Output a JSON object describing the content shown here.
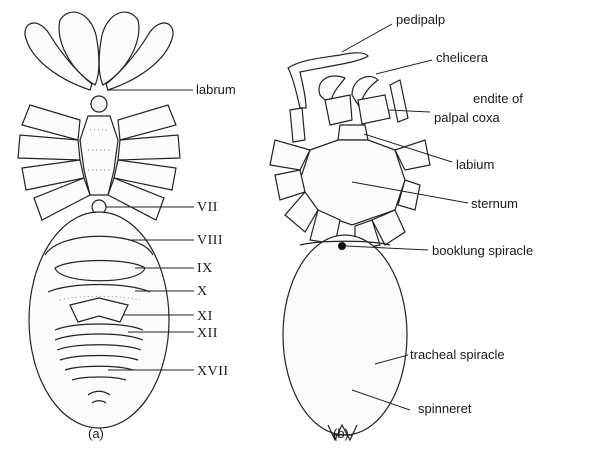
{
  "figure_a": {
    "caption": "(a)",
    "labels": {
      "labrum": "labrum",
      "vii": "VII",
      "viii": "VIII",
      "ix": "IX",
      "x": "X",
      "xi": "XI",
      "xii": "XII",
      "xvii": "XVII"
    }
  },
  "figure_b": {
    "caption": "(b)",
    "labels": {
      "pedipalp": "pedipalp",
      "chelicera": "chelicera",
      "endite_line1": "endite of",
      "endite_line2": "palpal coxa",
      "labium": "labium",
      "sternum": "sternum",
      "booklung": "booklung spiracle",
      "tracheal": "tracheal spiracle",
      "spinneret": "spinneret"
    }
  }
}
